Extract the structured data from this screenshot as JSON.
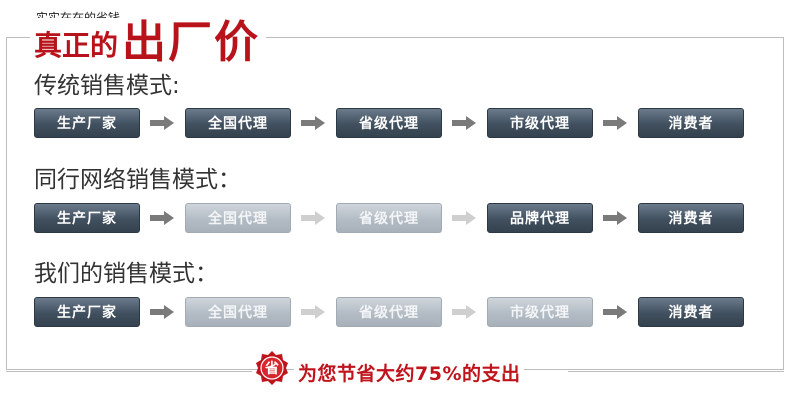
{
  "header": {
    "small_text": "实实在在的省钱",
    "big_prefix": "真正的",
    "big_main": "出厂价"
  },
  "sections": [
    {
      "title": "传统销售模式:",
      "steps": [
        {
          "label": "生产厂家",
          "active": true
        },
        {
          "label": "全国代理",
          "active": true
        },
        {
          "label": "省级代理",
          "active": true
        },
        {
          "label": "市级代理",
          "active": true
        },
        {
          "label": "消费者",
          "active": true
        }
      ]
    },
    {
      "title": "同行网络销售模式：",
      "steps": [
        {
          "label": "生产厂家",
          "active": true
        },
        {
          "label": "全国代理",
          "active": false
        },
        {
          "label": "省级代理",
          "active": false
        },
        {
          "label": "品牌代理",
          "active": true
        },
        {
          "label": "消费者",
          "active": true
        }
      ]
    },
    {
      "title": "我们的销售模式：",
      "steps": [
        {
          "label": "生产厂家",
          "active": true
        },
        {
          "label": "全国代理",
          "active": false
        },
        {
          "label": "省级代理",
          "active": false
        },
        {
          "label": "市级代理",
          "active": false
        },
        {
          "label": "消费者",
          "active": true
        }
      ]
    }
  ],
  "footer": {
    "badge_char": "省",
    "text": "为您节省大约75%的支出"
  },
  "colors": {
    "brand_red": "#b8131b",
    "active_box": "#41505f",
    "faded_box": "#b3bcc5",
    "arrow_active": "#7a7a7a",
    "arrow_faded": "#cfcfcf"
  }
}
